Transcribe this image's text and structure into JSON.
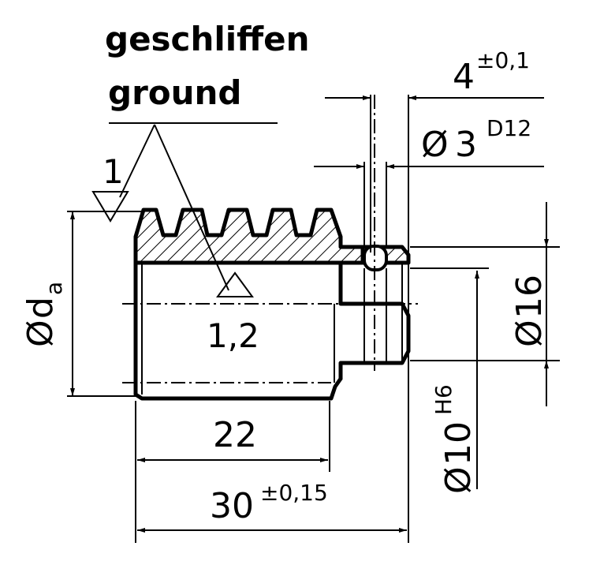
{
  "notes": {
    "line1": "geschliffen",
    "line2": "ground"
  },
  "surface_marks": {
    "outer_value": "1",
    "bore_value": "1,2"
  },
  "dimensions": {
    "groove_width": {
      "value": "4",
      "tolerance": "±0,1"
    },
    "pin_hole": {
      "prefix": "Ø",
      "value": "3",
      "tolerance": "D12"
    },
    "outer_dia": {
      "prefix": "Ø",
      "value": "d",
      "subscript": "a"
    },
    "hub_dia": {
      "prefix": "Ø",
      "value": "16"
    },
    "bore_dia": {
      "prefix": "Ø",
      "value": "10",
      "tolerance": "H6"
    },
    "thread_length": {
      "value": "22"
    },
    "total_length": {
      "value": "30",
      "tolerance": "±0,15"
    }
  }
}
